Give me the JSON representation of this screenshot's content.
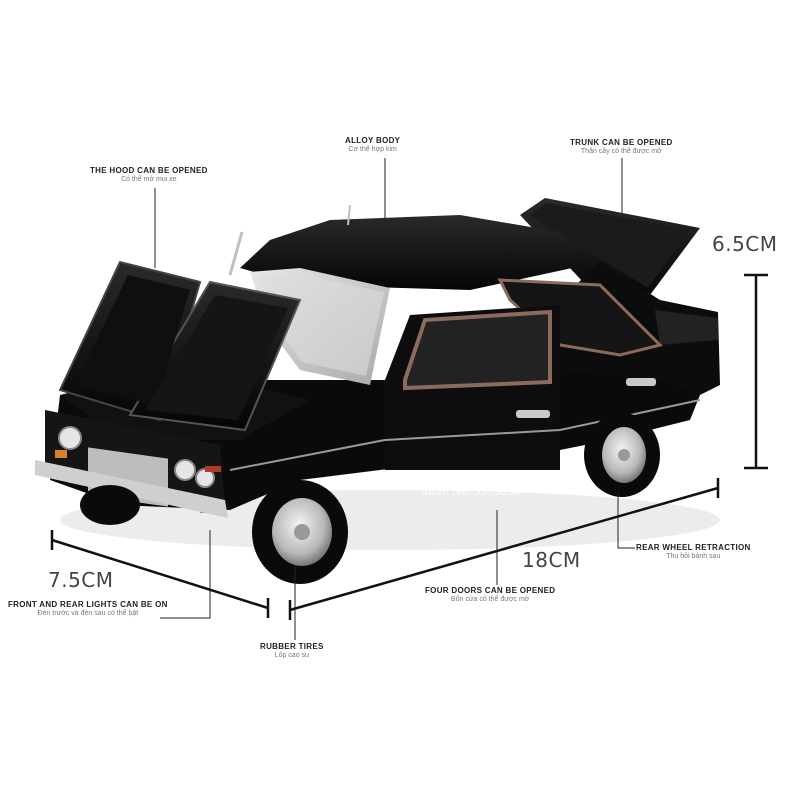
{
  "labels": {
    "hood": {
      "en": "THE HOOD CAN BE OPENED",
      "vi": "Có thể mở mui xe"
    },
    "body": {
      "en": "ALLOY BODY",
      "vi": "Cơ thể hợp kim"
    },
    "trunk": {
      "en": "TRUNK CAN BE OPENED",
      "vi": "Thân cây có thể được mở"
    },
    "lights": {
      "en": "FRONT AND REAR LIGHTS CAN BE ON",
      "vi": "Đèn trước và đèn sau có thể bật"
    },
    "tires": {
      "en": "RUBBER TIRES",
      "vi": "Lốp cao su"
    },
    "doors": {
      "en": "FOUR DOORS CAN BE OPENED",
      "vi": "Bốn cửa có thể được mở"
    },
    "wheel": {
      "en": "REAR WHEEL RETRACTION",
      "vi": "Thu hồi bánh sau"
    }
  },
  "dimensions": {
    "height": "6.5CM",
    "width": "7.5CM",
    "length": "18CM"
  },
  "watermark": "Store No. 3975030",
  "colors": {
    "car_body": "#0d0d0d",
    "chrome": "#c9c9c9",
    "background": "#ffffff",
    "line": "#222222"
  }
}
